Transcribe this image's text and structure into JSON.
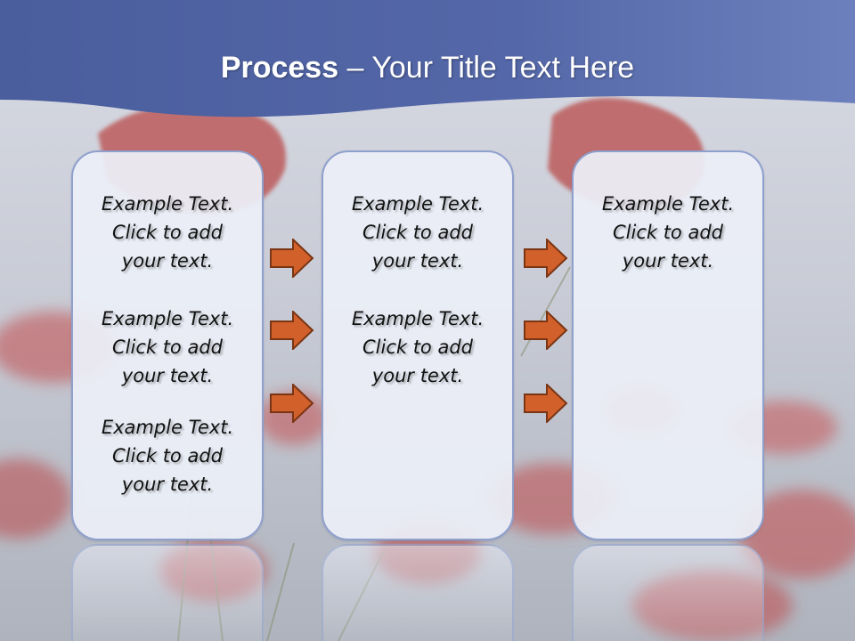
{
  "title": {
    "bold": "Process",
    "rest": "– Your Title Text Here"
  },
  "colors": {
    "banner": "#5468a8",
    "panel_fill": "#eceff8",
    "panel_border": "#8fa0cd",
    "arrow_fill": "#d2602a",
    "arrow_stroke": "#7a3514",
    "poppy": "#c24b4b"
  },
  "panels": [
    {
      "blocks": [
        {
          "line1": "Example Text.",
          "line2": "Click  to add",
          "line3": "your text."
        },
        {
          "line1": "Example Text.",
          "line2": "Click  to add",
          "line3": "your text."
        },
        {
          "line1": "Example Text.",
          "line2": "Click  to add",
          "line3": "your text."
        }
      ]
    },
    {
      "blocks": [
        {
          "line1": "Example Text.",
          "line2": "Click  to add",
          "line3": "your text."
        },
        {
          "line1": "Example Text.",
          "line2": "Click  to add",
          "line3": "your text."
        }
      ]
    },
    {
      "blocks": [
        {
          "line1": "Example Text.",
          "line2": "Click  to add",
          "line3": "your text."
        }
      ]
    }
  ],
  "arrow_icon": "right-arrow-icon"
}
